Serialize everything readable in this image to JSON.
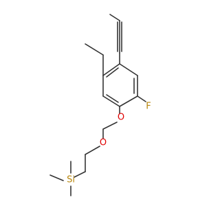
{
  "molecule": {
    "atoms": {
      "fluorine": {
        "symbol": "F"
      },
      "ether_oxygen_aryl": {
        "symbol": "O"
      },
      "ether_oxygen_alkyl": {
        "symbol": "O"
      },
      "silicon": {
        "symbol": "Si"
      }
    }
  },
  "colors": {
    "bond": "#333333",
    "fluorine": "#b8860b",
    "oxygen": "#e00000",
    "silicon": "#b8860b"
  }
}
